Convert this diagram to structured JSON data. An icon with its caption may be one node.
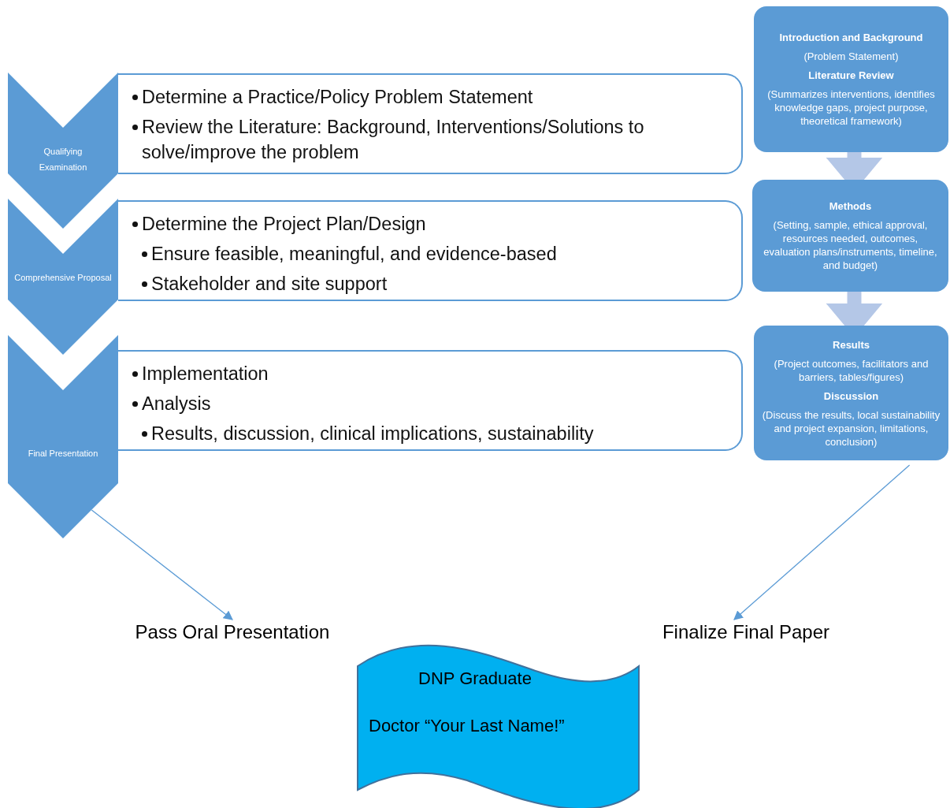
{
  "diagram": {
    "nodes": [
      {
        "text": [
          "Qualifying Examination"
        ]
      },
      {
        "text": [
          "Determine a Practice/Policy Problem Statement",
          "Review the Literature: Background, Interventions/Solutions to solve/improve the problem"
        ]
      },
      {
        "text": [
          "Comprehensive Proposal"
        ]
      },
      {
        "text": [
          "Determine the Project Plan/Design",
          "Ensure feasible, meaningful, and evidence-based",
          "Stakeholder and site support"
        ]
      },
      {
        "text": [
          "Final Presentation"
        ]
      },
      {
        "text": [
          "Implementation",
          "Analysis",
          "Results, discussion, clinical implications, sustainability"
        ]
      },
      {
        "text": [
          "Introduction and Background",
          "(Problem Statement)",
          "Literature Review",
          "(Summarizes interventions, identifies knowledge gaps, project purpose, theoretical framework)"
        ]
      },
      {
        "text": [
          "Methods",
          "(Setting, sample, ethical approval, resources needed, outcomes, evaluation plans/instruments, timeline, and budget)"
        ]
      },
      {
        "text": [
          "Results",
          "(Project outcomes, facilitators and barriers, tables/figures)",
          "Discussion",
          "(Discuss the results, local sustainability and project expansion, limitations, conclusion)"
        ]
      },
      {
        "text": [
          "Pass Oral Presentation"
        ]
      },
      {
        "text": [
          "Finalize Final Paper"
        ]
      },
      {
        "text": [
          "DNP Graduate",
          "Doctor “Your Last Name!”"
        ]
      }
    ],
    "edges": [
      {
        "from": 6,
        "to": 7,
        "arrow": "to",
        "style": "thick",
        "color": "#b4c7e7"
      },
      {
        "from": 7,
        "to": 8,
        "arrow": "to",
        "style": "thick",
        "color": "#b4c7e7"
      },
      {
        "from": 4,
        "to": 9,
        "arrow": "to"
      },
      {
        "from": 8,
        "to": 10,
        "arrow": "to"
      }
    ]
  }
}
